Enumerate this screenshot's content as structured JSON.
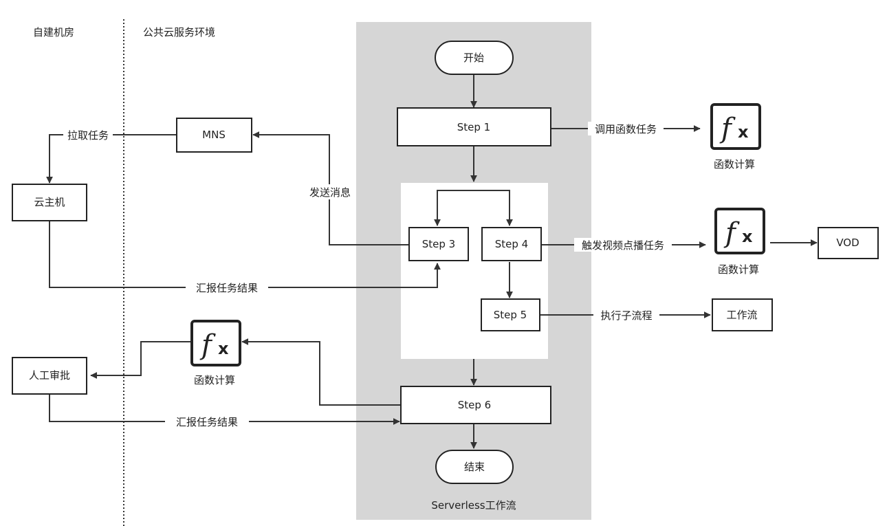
{
  "zones": {
    "left_title": "自建机房",
    "cloud_title": "公共云服务环境",
    "workflow_title": "Serverless工作流"
  },
  "nodes": {
    "start": "开始",
    "end": "结束",
    "step1": "Step 1",
    "step3": "Step 3",
    "step4": "Step 4",
    "step5": "Step 5",
    "step6": "Step 6",
    "mns": "MNS",
    "cloud_host": "云主机",
    "manual_approval": "人工审批",
    "vod": "VOD",
    "workflow_box": "工作流",
    "fc_label_1": "函数计算",
    "fc_label_2": "函数计算",
    "fc_label_3": "函数计算"
  },
  "edges": {
    "pull_task": "拉取任务",
    "send_message": "发送消息",
    "report_result_1": "汇报任务结果",
    "report_result_2": "汇报任务结果",
    "invoke_function": "调用函数任务",
    "trigger_vod": "触发视频点播任务",
    "run_subflow": "执行子流程"
  },
  "colors": {
    "workflow_bg": "#d6d6d6",
    "line": "#333333",
    "box_border": "#222222"
  },
  "icons": [
    "function-compute-icon"
  ]
}
